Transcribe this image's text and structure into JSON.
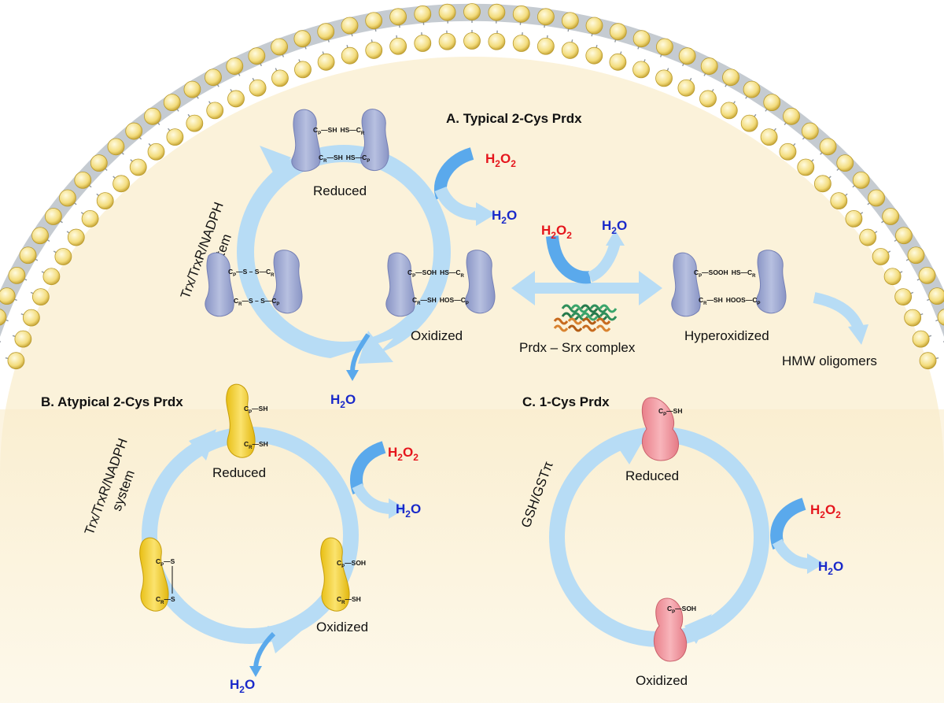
{
  "colors": {
    "membrane_head": "#f7e79a",
    "membrane_tail": "#b8bfc6",
    "cytosol": "#fbf2da",
    "cycle_arrow": "#b7dcf5",
    "h2o2_arrow": "#5aa9ec",
    "prdx_typical": "#a6b0d5",
    "prdx_atypical": "#f4d33c",
    "prdx_1cys": "#f39aa2",
    "srx_green": "#2f8f5b",
    "srx_orange": "#c76a1e"
  },
  "panel_a": {
    "title": "A. Typical 2-Cys Prdx",
    "side_label_line1": "Trx/TrxR/NADPH",
    "side_label_line2": "system",
    "reduced": "Reduced",
    "oxidized": "Oxidized",
    "hyperoxidized": "Hyperoxidized",
    "hmw": "HMW oligomers",
    "srx_complex": "Prdx – Srx complex",
    "h2o2": "H",
    "h2o": "H",
    "reduced_top": {
      "cp": "C",
      "cp_sub": "P",
      "sh": "—SH",
      "hs": "HS—",
      "cr": "C",
      "cr_sub": "R"
    },
    "reduced_bottom": {
      "cr": "C",
      "cr_sub": "R",
      "sh": "—SH",
      "hs": "HS—",
      "cp": "C",
      "cp_sub": "P"
    },
    "disulfide_top": {
      "cp": "C",
      "cp_sub": "P",
      "mid": "—S – S—",
      "cr": "C",
      "cr_sub": "R"
    },
    "disulfide_bottom": {
      "cr": "C",
      "cr_sub": "R",
      "mid": "—S – S—",
      "cp": "C",
      "cp_sub": "P"
    },
    "oxidized_top": {
      "cp": "C",
      "cp_sub": "P",
      "sh": "—SOH",
      "hs": "HS—",
      "cr": "C",
      "cr_sub": "R"
    },
    "oxidized_bottom": {
      "cr": "C",
      "cr_sub": "R",
      "sh": "—SH",
      "hs": "HOS—",
      "cp": "C",
      "cp_sub": "P"
    },
    "hyper_top": {
      "cp": "C",
      "cp_sub": "P",
      "sh": "—SOOH",
      "hs": "HS—",
      "cr": "C",
      "cr_sub": "R"
    },
    "hyper_bottom": {
      "cr": "C",
      "cr_sub": "R",
      "sh": "—SH",
      "hs": "HOOS—",
      "cp": "C",
      "cp_sub": "P"
    }
  },
  "panel_b": {
    "title": "B. Atypical 2-Cys Prdx",
    "side_label_line1": "Trx/TrxR/NADPH",
    "side_label_line2": "system",
    "reduced": "Reduced",
    "oxidized": "Oxidized",
    "reduced_top": {
      "c": "C",
      "sub": "P",
      "g": "—SH"
    },
    "reduced_bottom": {
      "c": "C",
      "sub": "R",
      "g": "—SH"
    },
    "disulfide_top": {
      "c": "C",
      "sub": "P",
      "g": "—S"
    },
    "disulfide_bottom": {
      "c": "C",
      "sub": "R",
      "g": "—S"
    },
    "oxidized_top": {
      "c": "C",
      "sub": "P",
      "g": "—SOH"
    },
    "oxidized_bottom": {
      "c": "C",
      "sub": "R",
      "g": "—SH"
    }
  },
  "panel_c": {
    "title": "C. 1-Cys Prdx",
    "side_label": "GSH/GSTπ",
    "reduced": "Reduced",
    "oxidized": "Oxidized",
    "reduced_group": {
      "c": "C",
      "sub": "P",
      "g": "—SH"
    },
    "oxidized_group": {
      "c": "C",
      "sub": "P",
      "g": "—SOH"
    }
  },
  "species": {
    "h": "H",
    "two": "2",
    "o2": "O",
    "o": "O"
  }
}
